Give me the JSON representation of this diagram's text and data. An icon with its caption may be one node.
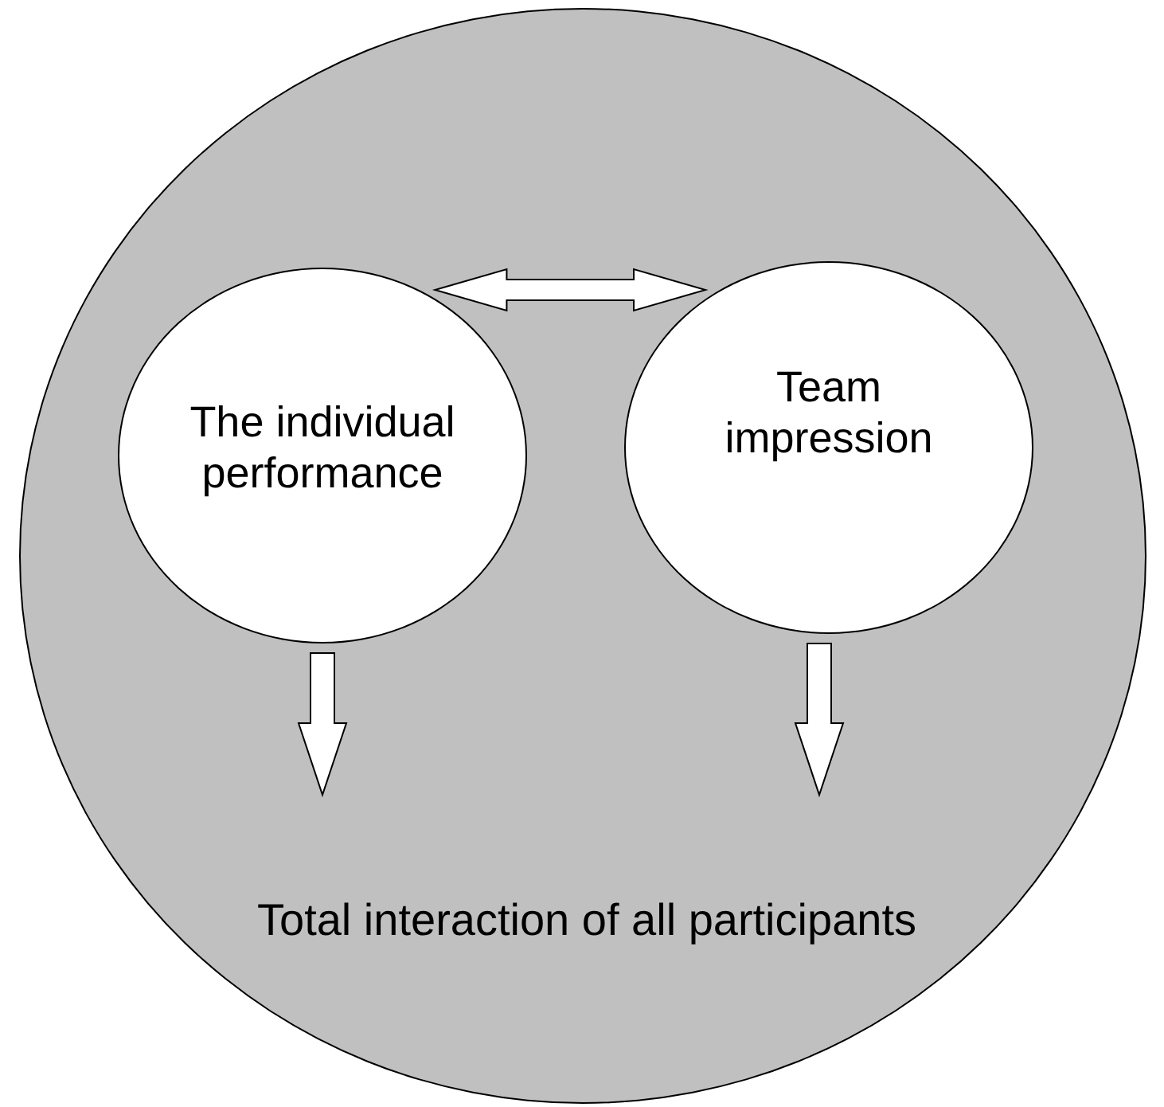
{
  "diagram": {
    "nodes": [
      {
        "text": [],
        "shape": "circle"
      },
      {
        "text": [
          "The individual performance"
        ],
        "in": 0
      },
      {
        "text": [
          "Team impression"
        ],
        "in": 0
      },
      {
        "text": [
          "Total interaction of all participants"
        ],
        "in": 0
      }
    ],
    "edges": [
      {
        "from": 1,
        "to": 2,
        "arrow": "both"
      },
      {
        "from": 1,
        "to": 3,
        "arrow": "to"
      },
      {
        "from": 2,
        "to": 3,
        "arrow": "to"
      }
    ]
  }
}
